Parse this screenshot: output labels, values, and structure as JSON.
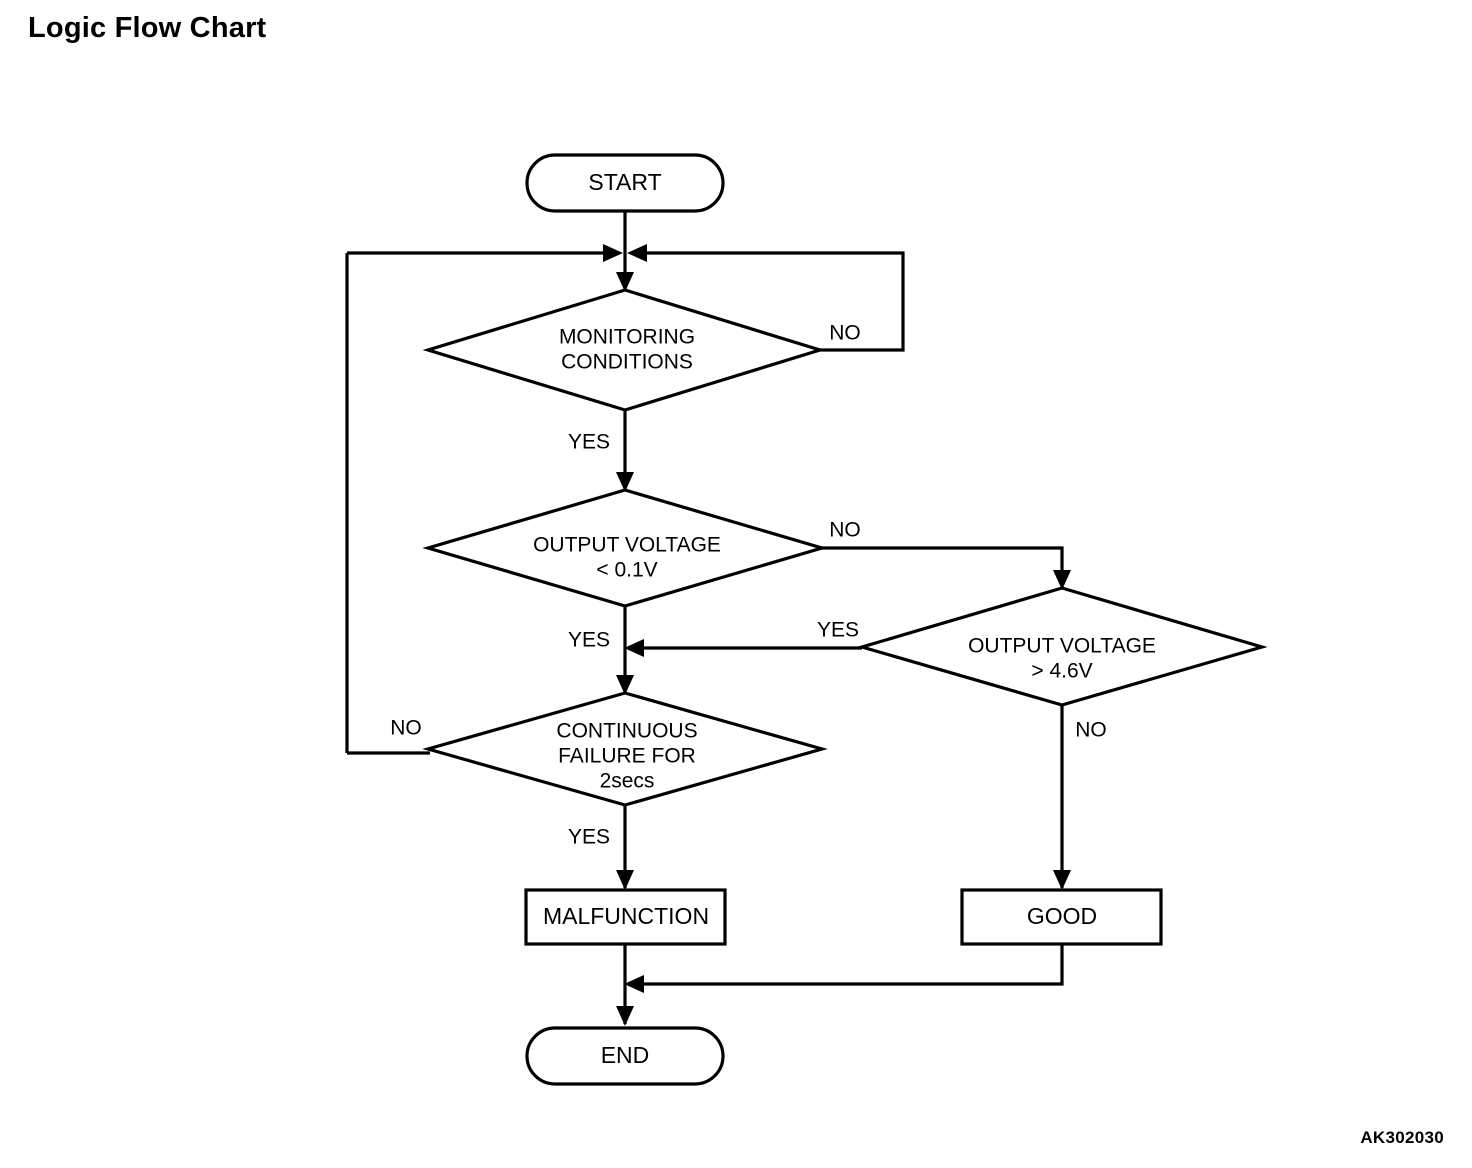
{
  "page": {
    "title": "Logic Flow Chart",
    "figure_code": "AK302030",
    "background_color": "#ffffff",
    "line_color": "#000000"
  },
  "chart_data": {
    "type": "diagram",
    "diagram_kind": "flowchart",
    "title": "Logic Flow Chart",
    "nodes": [
      {
        "id": "start",
        "shape": "terminator",
        "label": "START"
      },
      {
        "id": "monitoring",
        "shape": "decision",
        "label_line1": "MONITORING",
        "label_line2": "CONDITIONS"
      },
      {
        "id": "voltage_low",
        "shape": "decision",
        "label_line1": "OUTPUT VOLTAGE",
        "label_line2": "< 0.1V"
      },
      {
        "id": "voltage_high",
        "shape": "decision",
        "label_line1": "OUTPUT VOLTAGE",
        "label_line2": "> 4.6V"
      },
      {
        "id": "continuous_failure",
        "shape": "decision",
        "label_line1": "CONTINUOUS",
        "label_line2": "FAILURE FOR",
        "label_line3": "2secs"
      },
      {
        "id": "malfunction",
        "shape": "process",
        "label": "MALFUNCTION"
      },
      {
        "id": "good",
        "shape": "process",
        "label": "GOOD"
      },
      {
        "id": "end",
        "shape": "terminator",
        "label": "END"
      }
    ],
    "edges": [
      {
        "from": "start",
        "to": "monitoring",
        "label": ""
      },
      {
        "from": "monitoring",
        "to": "start_junction",
        "label": "NO"
      },
      {
        "from": "monitoring",
        "to": "voltage_low",
        "label": "YES"
      },
      {
        "from": "voltage_low",
        "to": "voltage_high",
        "label": "NO"
      },
      {
        "from": "voltage_low",
        "to": "continuous_failure",
        "label": "YES"
      },
      {
        "from": "voltage_high",
        "to": "continuous_failure",
        "label": "YES"
      },
      {
        "from": "voltage_high",
        "to": "good",
        "label": "NO"
      },
      {
        "from": "continuous_failure",
        "to": "start_junction",
        "label": "NO"
      },
      {
        "from": "continuous_failure",
        "to": "malfunction",
        "label": "YES"
      },
      {
        "from": "malfunction",
        "to": "end",
        "label": ""
      },
      {
        "from": "good",
        "to": "end",
        "label": ""
      }
    ]
  },
  "labels": {
    "start": "START",
    "end": "END",
    "monitoring_l1": "MONITORING",
    "monitoring_l2": "CONDITIONS",
    "voltage_low_l1": "OUTPUT VOLTAGE",
    "voltage_low_l2": "< 0.1V",
    "voltage_high_l1": "OUTPUT VOLTAGE",
    "voltage_high_l2": "> 4.6V",
    "failure_l1": "CONTINUOUS",
    "failure_l2": "FAILURE FOR",
    "failure_l3": "2secs",
    "malfunction": "MALFUNCTION",
    "good": "GOOD",
    "no_monitoring": "NO",
    "yes_monitoring": "YES",
    "no_voltage_low": "NO",
    "yes_voltage_low": "YES",
    "yes_voltage_high": "YES",
    "no_voltage_high": "NO",
    "no_failure": "NO",
    "yes_failure": "YES"
  }
}
